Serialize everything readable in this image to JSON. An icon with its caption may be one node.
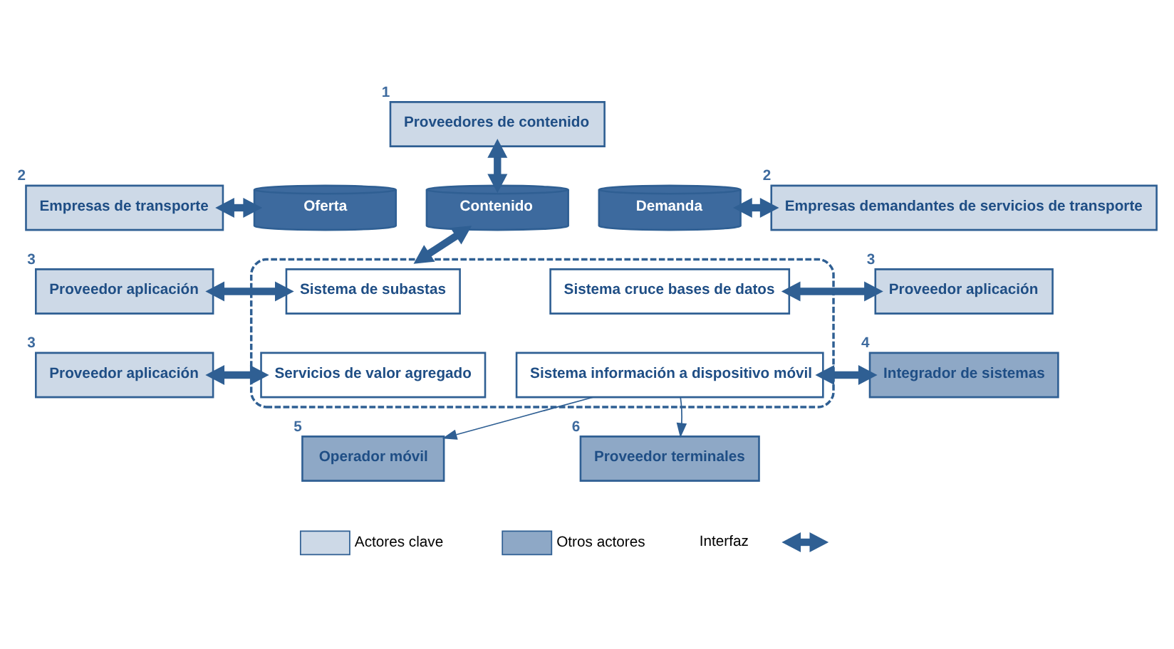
{
  "diagram": {
    "nodes": [
      {
        "text": [
          "Proveedores de contenido"
        ],
        "beside": [
          "1"
        ]
      },
      {
        "text": [
          "Empresas de transporte"
        ],
        "beside": [
          "2"
        ]
      },
      {
        "text": [
          "Oferta"
        ]
      },
      {
        "text": [
          "Contenido"
        ]
      },
      {
        "text": [
          "Demanda"
        ]
      },
      {
        "text": [
          "Empresas demandantes de servicios de transporte"
        ],
        "beside": [
          "2"
        ]
      },
      {
        "text": [],
        "shape": "box"
      },
      {
        "text": [
          "Sistema de subastas"
        ],
        "in": 6
      },
      {
        "text": [
          "Sistema cruce bases de datos"
        ],
        "in": 6
      },
      {
        "text": [
          "Servicios de valor agregado"
        ],
        "in": 6
      },
      {
        "text": [
          "Sistema información a dispositivo móvil"
        ],
        "in": 6
      },
      {
        "text": [
          "Proveedor aplicación"
        ],
        "beside": [
          "3"
        ]
      },
      {
        "text": [
          "Proveedor aplicación"
        ],
        "beside": [
          "3"
        ]
      },
      {
        "text": [
          "Proveedor aplicación"
        ],
        "beside": [
          "3"
        ]
      },
      {
        "text": [
          "Integrador de sistemas"
        ],
        "beside": [
          "4"
        ]
      },
      {
        "text": [
          "Operador móvil"
        ],
        "beside": [
          "5"
        ]
      },
      {
        "text": [
          "Proveedor terminales"
        ],
        "beside": [
          "6"
        ]
      }
    ],
    "edges": [
      {
        "from": 0,
        "to": 3,
        "arrow": "both"
      },
      {
        "from": 1,
        "to": 2,
        "arrow": "both"
      },
      {
        "from": 4,
        "to": 5,
        "arrow": "both"
      },
      {
        "from": 3,
        "to": 6,
        "arrow": "both"
      },
      {
        "from": 11,
        "to": 7,
        "arrow": "both"
      },
      {
        "from": 8,
        "to": 12,
        "arrow": "both"
      },
      {
        "from": 13,
        "to": 9,
        "arrow": "both"
      },
      {
        "from": 10,
        "to": 14,
        "arrow": "both"
      },
      {
        "from": 10,
        "to": 15,
        "arrow": "to"
      },
      {
        "from": 10,
        "to": 16,
        "arrow": "to"
      }
    ],
    "legend": [
      {
        "text": "Actores clave",
        "color": "#cdd9e7"
      },
      {
        "text": "Otros actores",
        "color": "#8ea8c6"
      },
      {
        "text": "Interfaz"
      }
    ]
  }
}
